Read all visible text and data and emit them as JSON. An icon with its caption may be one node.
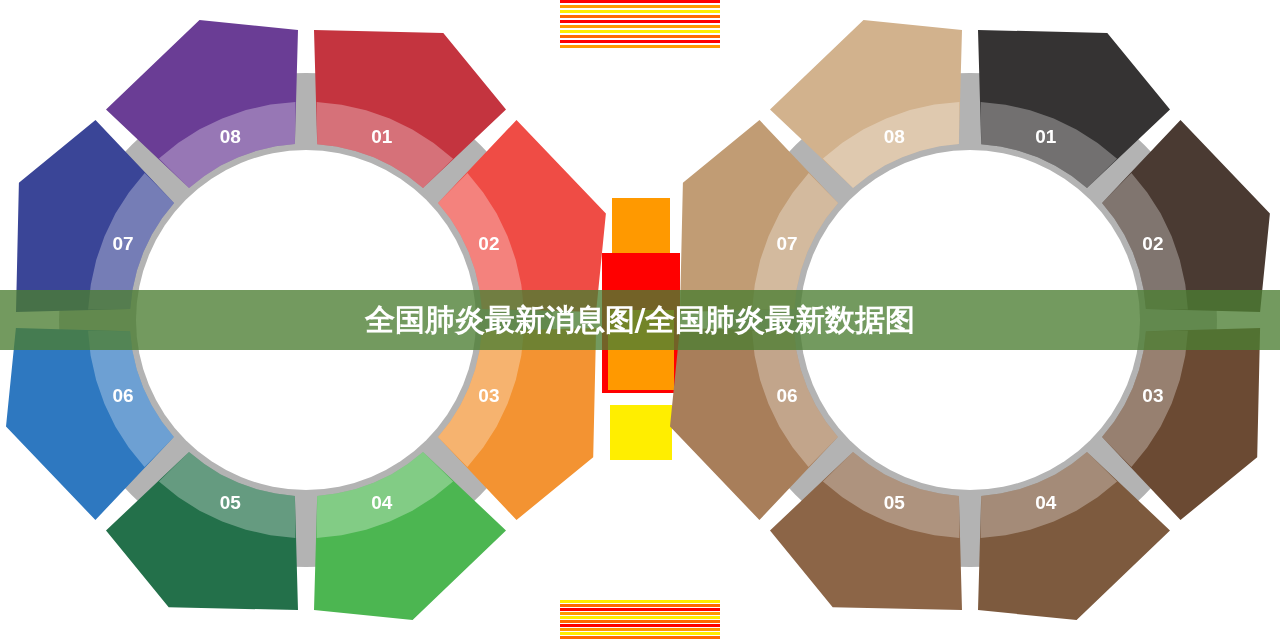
{
  "diagram": {
    "title": "全国肺炎最新消息图/全国肺炎最新数据图",
    "nodes": [
      {
        "text": [
          "01"
        ]
      },
      {
        "text": [
          "02"
        ]
      },
      {
        "text": [
          "03"
        ]
      },
      {
        "text": [
          "04"
        ]
      },
      {
        "text": [
          "05"
        ]
      },
      {
        "text": [
          "06"
        ]
      },
      {
        "text": [
          "07"
        ]
      },
      {
        "text": [
          "08"
        ]
      },
      {
        "text": [
          "01"
        ]
      },
      {
        "text": [
          "02"
        ]
      },
      {
        "text": [
          "03"
        ]
      },
      {
        "text": [
          "04"
        ]
      },
      {
        "text": [
          "05"
        ]
      },
      {
        "text": [
          "06"
        ]
      },
      {
        "text": [
          "07"
        ]
      },
      {
        "text": [
          "08"
        ]
      }
    ]
  }
}
